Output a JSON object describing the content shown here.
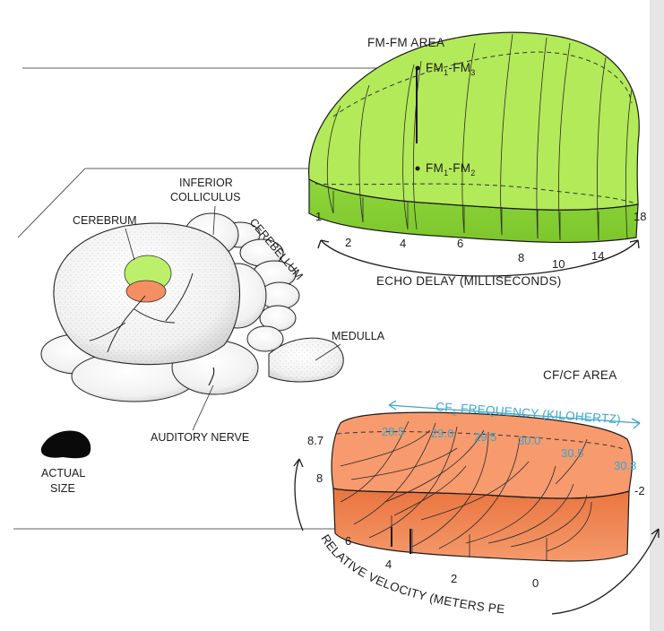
{
  "fm_area": {
    "title": "FM-FM AREA",
    "label_fm1_fm3": {
      "base": "FM",
      "s1": "1",
      "mid": "-FM",
      "s2": "3"
    },
    "label_fm1_fm2": {
      "base": "FM",
      "s1": "1",
      "mid": "-FM",
      "s2": "2"
    },
    "delay_ticks": [
      "1",
      "2",
      "4",
      "6",
      "8",
      "10",
      "14",
      "18"
    ],
    "axis_label": "ECHO DELAY (MILLISECONDS)",
    "fill_color": "#a6e34a"
  },
  "cf_area": {
    "title": "CF/CF AREA",
    "freq_label": {
      "prefix": "CF",
      "sub": "1",
      "rest": " FREQUENCY (KILOHERTZ)"
    },
    "freq_ticks": [
      "28.5",
      "29.0",
      "29.5",
      "30.0",
      "30.5",
      "30.8"
    ],
    "left_ticks": [
      "8.7",
      "8"
    ],
    "right_tick": "-2",
    "velocity_ticks": [
      "6",
      "4",
      "2",
      "0"
    ],
    "axis_label": "RELATIVE VELOCITY (METERS PER SECOND)",
    "fill_color": "#f0875a",
    "freq_color": "#3aa6c9"
  },
  "brain": {
    "cerebrum": "CEREBRUM",
    "inferior_colliculus_1": "INFERIOR",
    "inferior_colliculus_2": "COLLICULUS",
    "cerebellum": "CEREBELLUM",
    "medulla": "MEDULLA",
    "auditory_nerve": "AUDITORY NERVE"
  },
  "actual_size": {
    "line1": "ACTUAL",
    "line2": "SIZE"
  }
}
